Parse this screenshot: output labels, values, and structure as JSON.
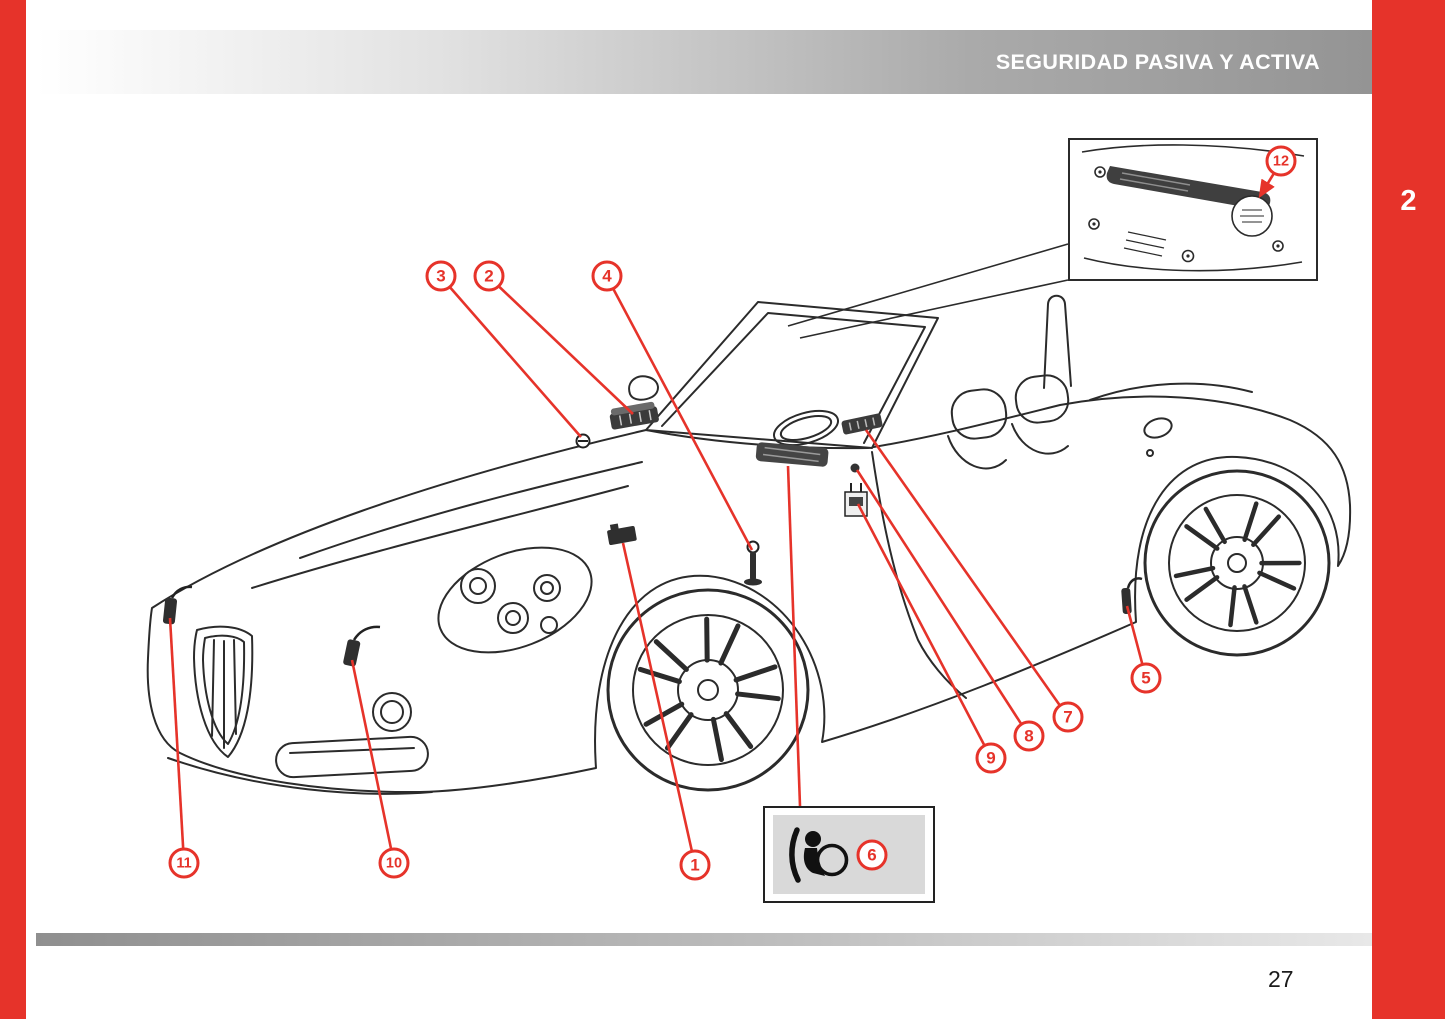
{
  "page": {
    "header_title": "SEGURIDAD PASIVA Y ACTIVA",
    "section_number": "2",
    "page_number": "27"
  },
  "colors": {
    "accent_red": "#e6332a",
    "header_gray": "#949494",
    "line_dark": "#2b2b2b"
  },
  "callouts": [
    "1",
    "2",
    "3",
    "4",
    "5",
    "6",
    "7",
    "8",
    "9",
    "10",
    "11",
    "12"
  ],
  "icons": {
    "airbag": "airbag-passenger-warning-icon",
    "detail_arrow": "red-arrow-icon"
  }
}
